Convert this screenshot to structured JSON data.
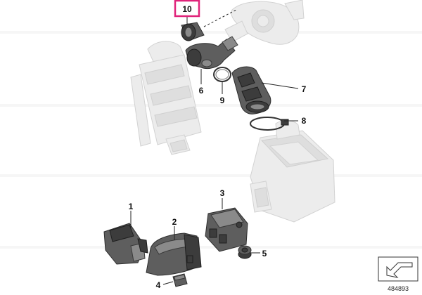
{
  "callouts": {
    "c1": "1",
    "c2": "2",
    "c3": "3",
    "c4": "4",
    "c5": "5",
    "c6": "6",
    "c7": "7",
    "c8": "8",
    "c9": "9",
    "c10": "10"
  },
  "highlight": {
    "callout": "10",
    "color": "#e0237a"
  },
  "reference_number": "484893",
  "colors": {
    "ghost_parts": "#e6e6e6",
    "highlighted_parts": "#4a4a4a"
  }
}
